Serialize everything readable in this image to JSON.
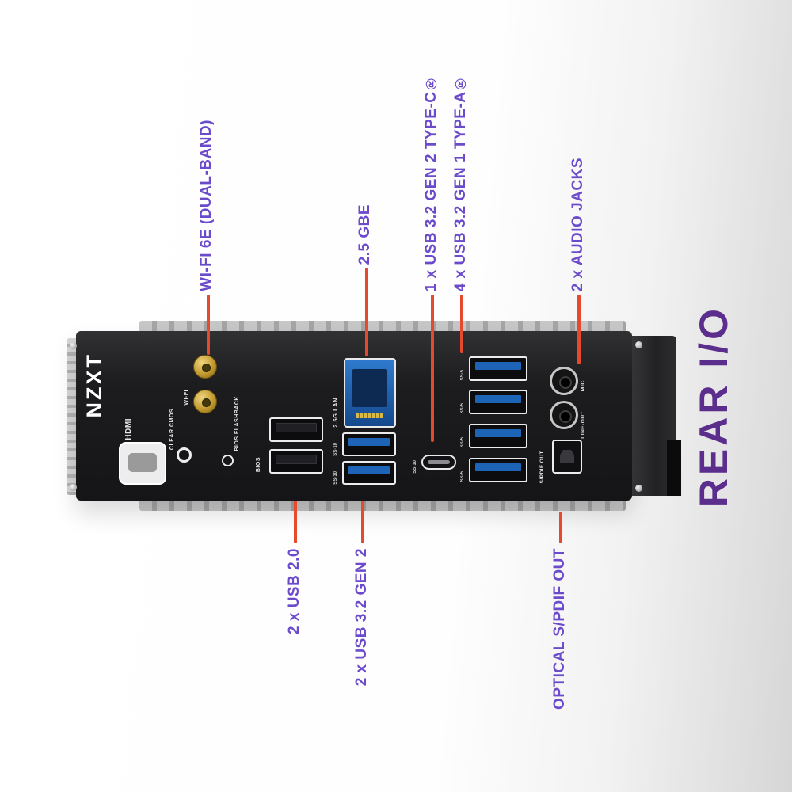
{
  "colors": {
    "label-purple": "#6B4BCB",
    "title-purple": "#5B2D8C",
    "line-red": "#E64A2E",
    "port-blue": "#1E64B6",
    "antenna-gold": "#C9A233",
    "panel-dark": "#1B1B1D"
  },
  "title": "REAR I/O",
  "callouts": {
    "top": [
      {
        "label": "WI-FI 6E (DUAL-BAND)"
      },
      {
        "label": "2.5 GBE"
      },
      {
        "label": "1 x USB 3.2 GEN 2 TYPE-C®"
      },
      {
        "label": "4 x USB 3.2 GEN 1 TYPE-A®"
      },
      {
        "label": "2 x AUDIO JACKS"
      }
    ],
    "bottom": [
      {
        "label": "2 x USB 2.0"
      },
      {
        "label": "2 x USB 3.2 GEN 2"
      },
      {
        "label": "OPTICAL S/PDIF OUT"
      }
    ]
  },
  "panel": {
    "brand": "NZXT",
    "labels": {
      "hdmi": "HDMI",
      "clear_cmos": "CLEAR CMOS",
      "wifi": "WI-FI",
      "bios_flashback": "BIOS FLASHBACK",
      "bios": "BIOS",
      "lan": "2.5G LAN",
      "usb10": "SS·10",
      "usb5": "SS·5",
      "mic": "MIC",
      "line_out": "LINE-OUT",
      "spdif": "S/PDIF OUT"
    }
  }
}
